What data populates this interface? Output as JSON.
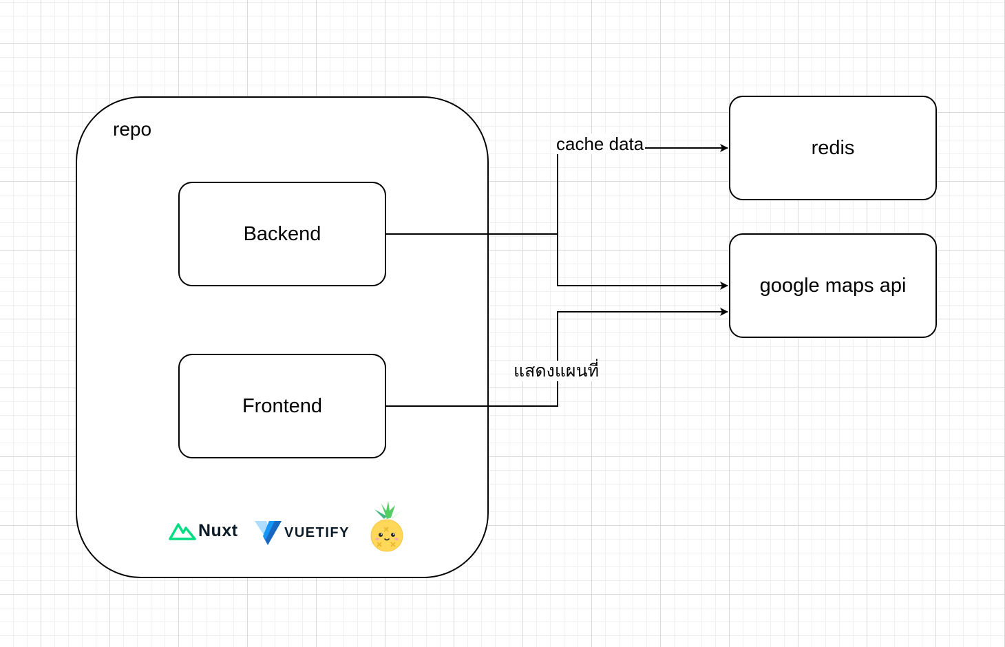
{
  "diagram": {
    "container": {
      "title": "repo"
    },
    "nodes": {
      "backend": "Backend",
      "frontend": "Frontend",
      "redis": "redis",
      "google_maps": "google maps api"
    },
    "edges": [
      {
        "from": "Backend",
        "to": "redis",
        "label": "cache data"
      },
      {
        "from": "Backend",
        "to": "google maps api",
        "label": ""
      },
      {
        "from": "Frontend",
        "to": "google maps api",
        "label": "แสดงแผนที่"
      }
    ],
    "logos": {
      "nuxt": "Nuxt",
      "vuetify": "VUETIFY",
      "pineapple": "pinia-pineapple-icon"
    },
    "colors": {
      "nuxt_green": "#00DC82",
      "vuetify_blue": "#1867C0",
      "vuetify_light": "#AEDDFF",
      "pinia_yellow": "#FFD859",
      "pinia_leaf": "#52CE63"
    }
  }
}
